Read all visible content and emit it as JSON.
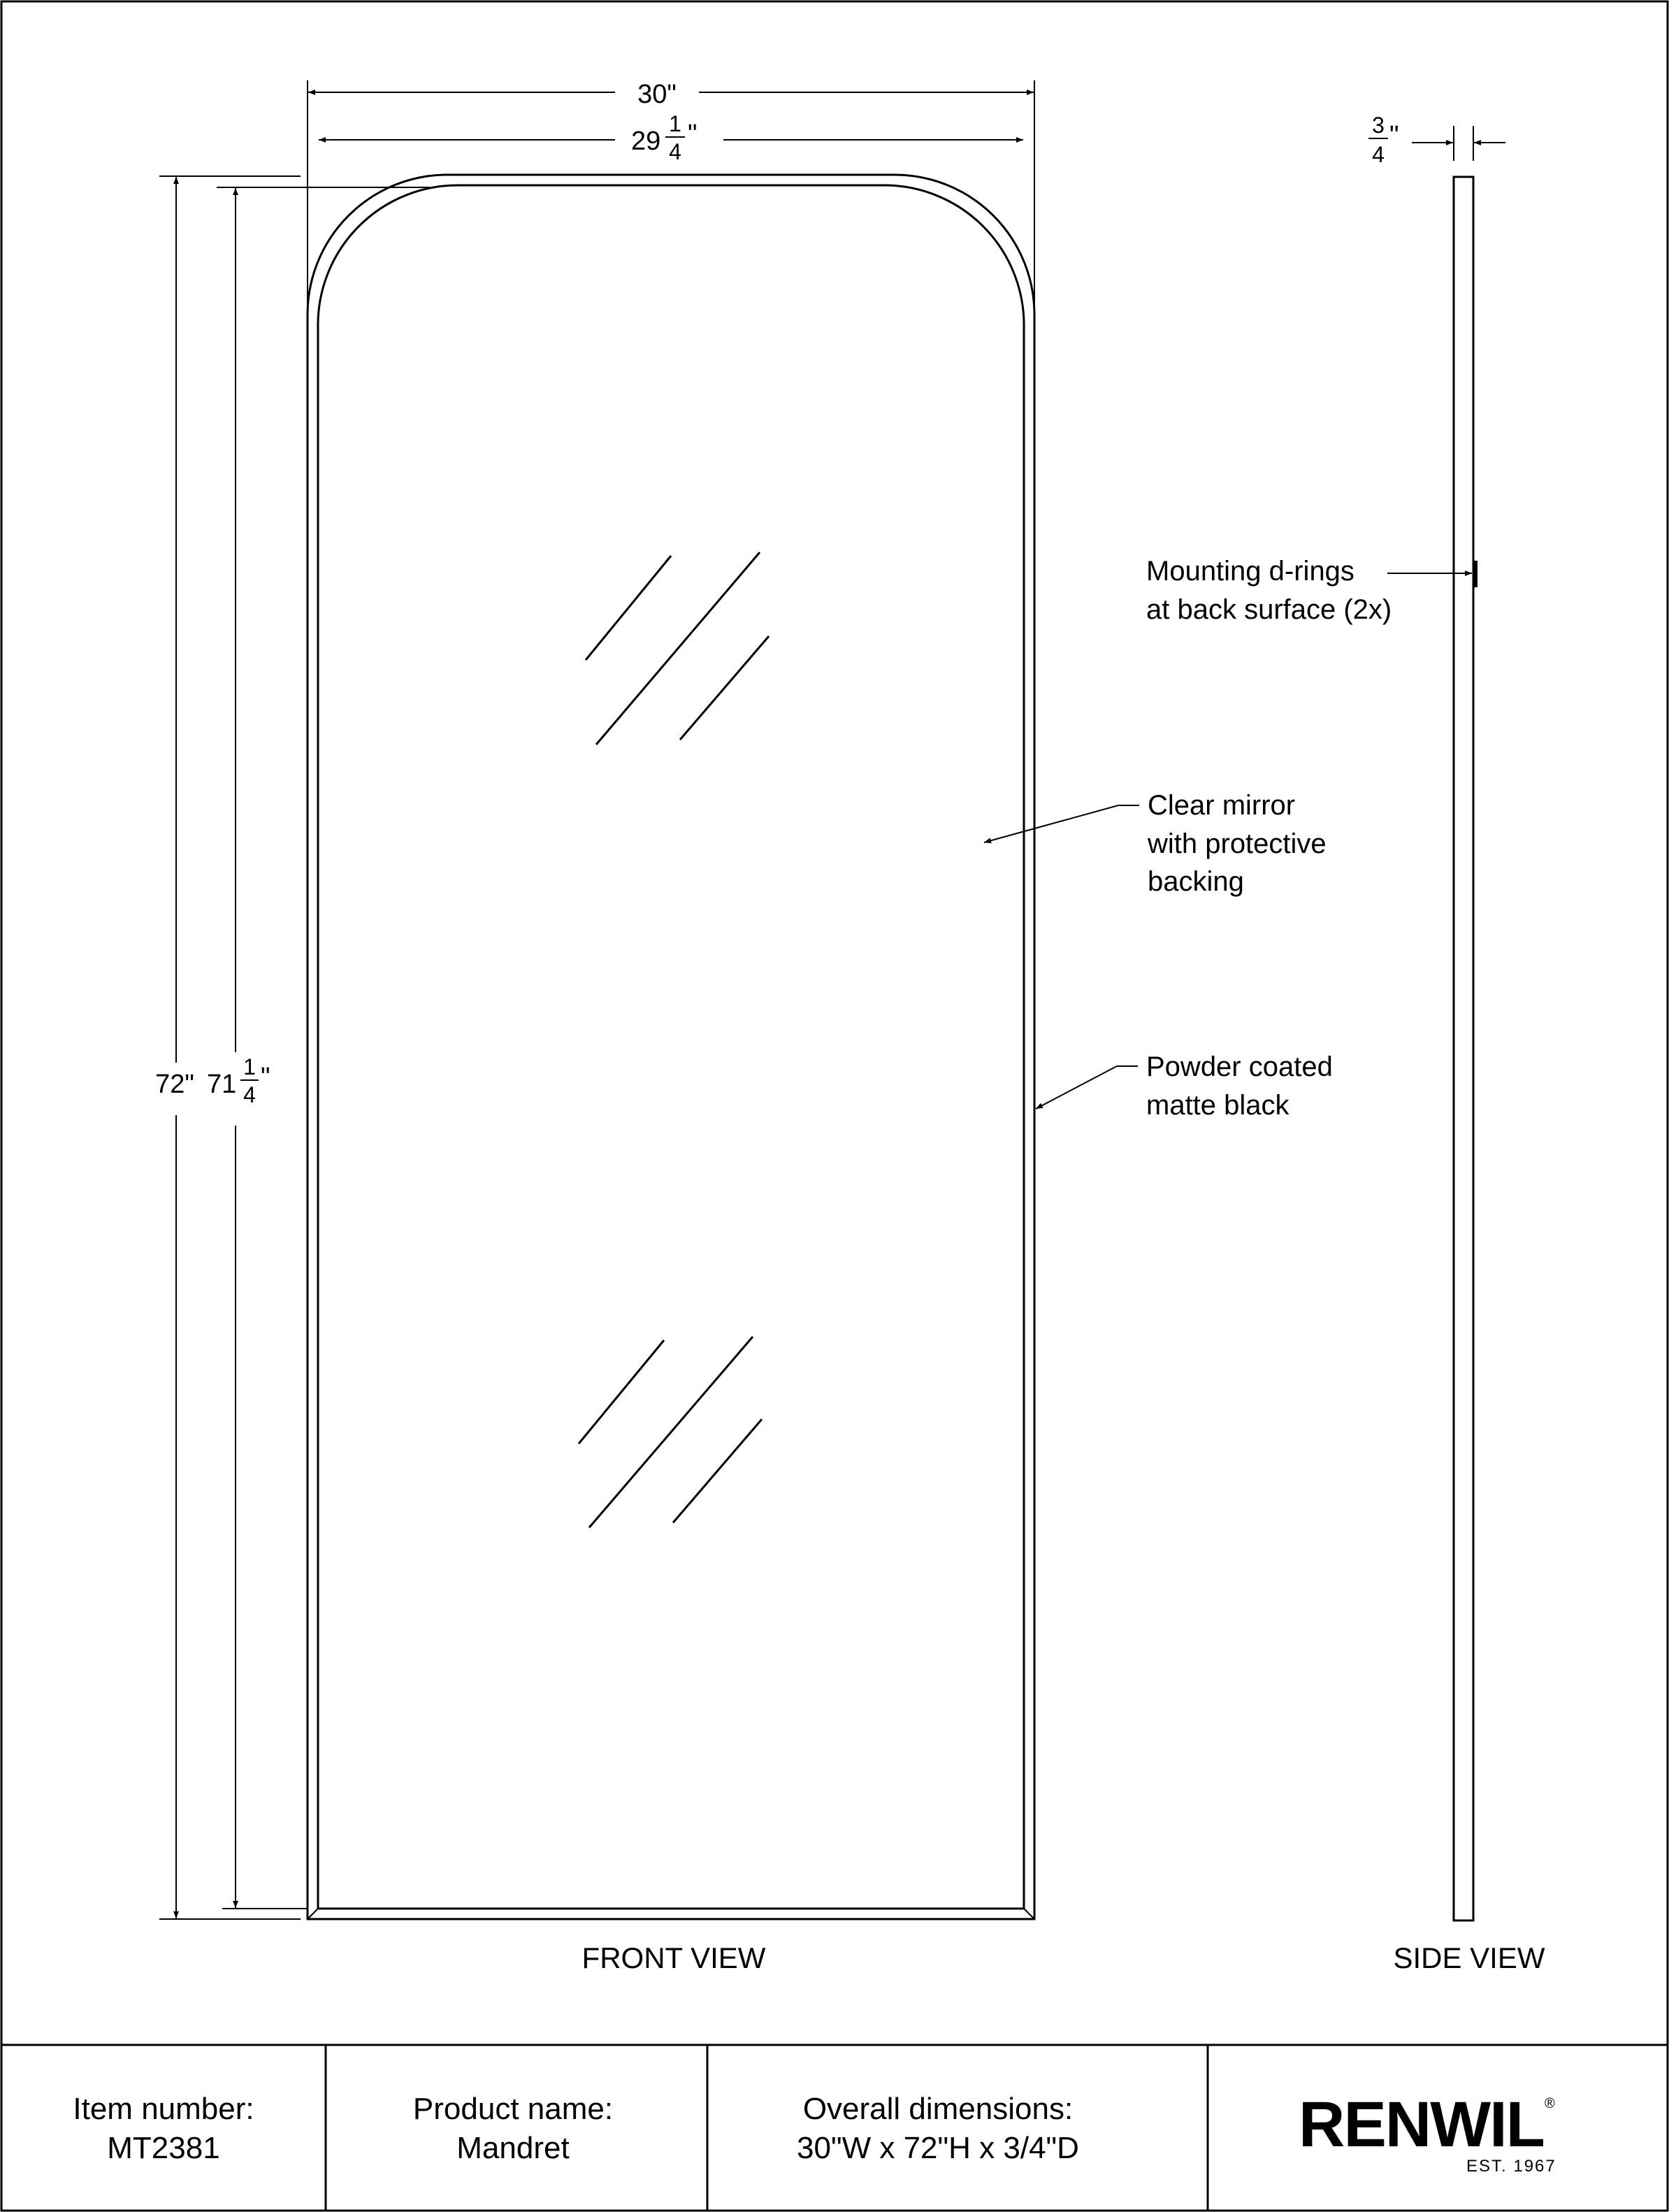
{
  "dimensions": {
    "overall_width": "30\"",
    "inner_width_whole": "29",
    "inner_width_num": "1",
    "inner_width_den": "4",
    "inch_mark": "\"",
    "overall_height": "72\"",
    "inner_height_whole": "71",
    "inner_height_num": "1",
    "inner_height_den": "4",
    "depth_num": "3",
    "depth_den": "4"
  },
  "callouts": {
    "mounting": [
      "Mounting d-rings",
      "at back surface (2x)"
    ],
    "mirror": [
      "Clear mirror",
      "with protective",
      "backing"
    ],
    "finish": [
      "Powder coated",
      "matte black"
    ]
  },
  "views": {
    "front": "FRONT VIEW",
    "side": "SIDE VIEW"
  },
  "title_block": {
    "item_label": "Item number:",
    "item_value": "MT2381",
    "product_label": "Product name:",
    "product_value": "Mandret",
    "dims_label": "Overall dimensions:",
    "dims_value": "30\"W x 72\"H x 3/4\"D"
  },
  "brand": {
    "name": "RENWIL",
    "registered": "®",
    "tagline": "EST. 1967"
  }
}
